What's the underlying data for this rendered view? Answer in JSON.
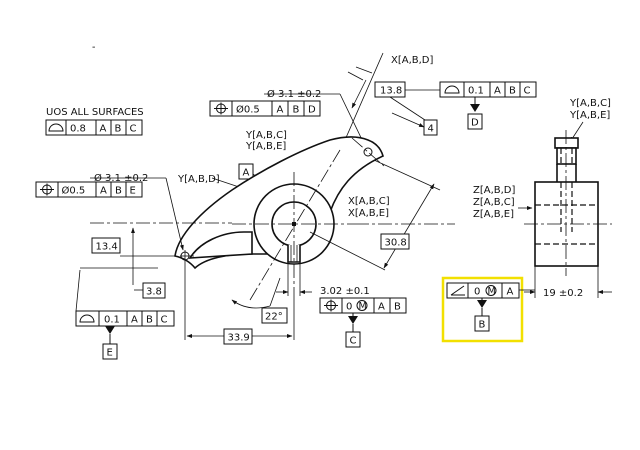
{
  "dim": {
    "d_13_8": "13.8",
    "d_4": "4",
    "d_13_4": "13.4",
    "d_3_8": "3.8",
    "d_30_8": "30.8",
    "d_22": "22°",
    "d_3_02": "3.02 ±0.1",
    "d_33_9": "33.9",
    "d_19": "19 ±0.2",
    "hole_top": "Ø 3.1 ±0.2",
    "hole_left": "Ø 3.1 ±0.2"
  },
  "notes": {
    "uos": "UOS  ALL  SURFACES",
    "x_abd": "X[A,B,D]",
    "y_abc": "Y[A,B,C]",
    "y_abe": "Y[A,B,E]",
    "y_abd": "Y[A,B,D]",
    "x_abc": "X[A,B,C]",
    "x_abe": "X[A,B,E]",
    "ry_abc": "Y[A,B,C]",
    "ry_abe": "Y[A,B,E]",
    "z_abd": "Z[A,B,D]",
    "z_abc": "Z[A,B,C]",
    "z_abe": "Z[A,B,E]",
    "dot": "-"
  },
  "fcf": {
    "uos": {
      "tol": "0.8",
      "d1": "A",
      "d2": "B",
      "d3": "C"
    },
    "topright": {
      "tol": "0.1",
      "d1": "A",
      "d2": "B",
      "d3": "C"
    },
    "pos_topmid": {
      "tol": "Ø0.5",
      "d1": "A",
      "d2": "B",
      "d3": "D"
    },
    "pos_left": {
      "tol": "Ø0.5",
      "d1": "A",
      "d2": "B",
      "d3": "E"
    },
    "prof_left": {
      "tol": "0.1",
      "d1": "A",
      "d2": "B",
      "d3": "C"
    },
    "pos_bottom": {
      "tol": "0",
      "mod": "M",
      "d1": "A",
      "d2": "B"
    },
    "angularity": {
      "tol": "0",
      "mod": "M",
      "d1": "A"
    }
  },
  "datums": {
    "a": "A",
    "b": "B",
    "c": "C",
    "d": "D",
    "e": "E"
  },
  "colors": {
    "highlight": "#f2e000",
    "ink": "#111111"
  }
}
